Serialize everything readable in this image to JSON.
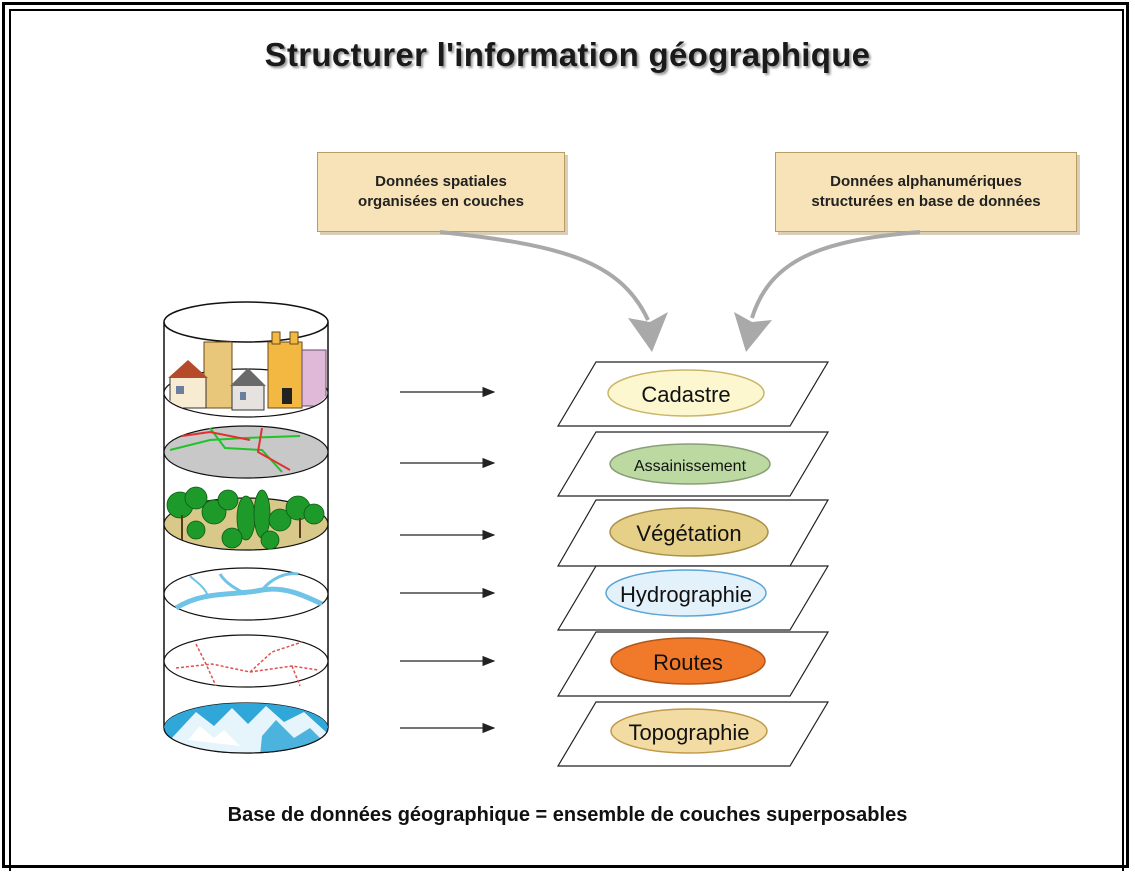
{
  "title": "Structurer l'information géographique",
  "source_boxes": [
    {
      "line1": "Données spatiales",
      "line2": "organisées en couches"
    },
    {
      "line1": "Données alphanumériques",
      "line2": "structurées en base de données"
    }
  ],
  "layers": [
    {
      "label": "Cadastre",
      "fill": "#fdf7d0",
      "stroke": "#c9b66a"
    },
    {
      "label": "Assainissement",
      "fill": "#bcd9a2",
      "stroke": "#8a9d78"
    },
    {
      "label": "Végétation",
      "fill": "#e6cf86",
      "stroke": "#a89048"
    },
    {
      "label": "Hydrographie",
      "fill": "#e3f1fb",
      "stroke": "#5aa6d6"
    },
    {
      "label": "Routes",
      "fill": "#f07a2a",
      "stroke": "#b2561a"
    },
    {
      "label": "Topographie",
      "fill": "#f3dca4",
      "stroke": "#c09a4a"
    }
  ],
  "footer": "Base de données géographique = ensemble de couches superposables"
}
